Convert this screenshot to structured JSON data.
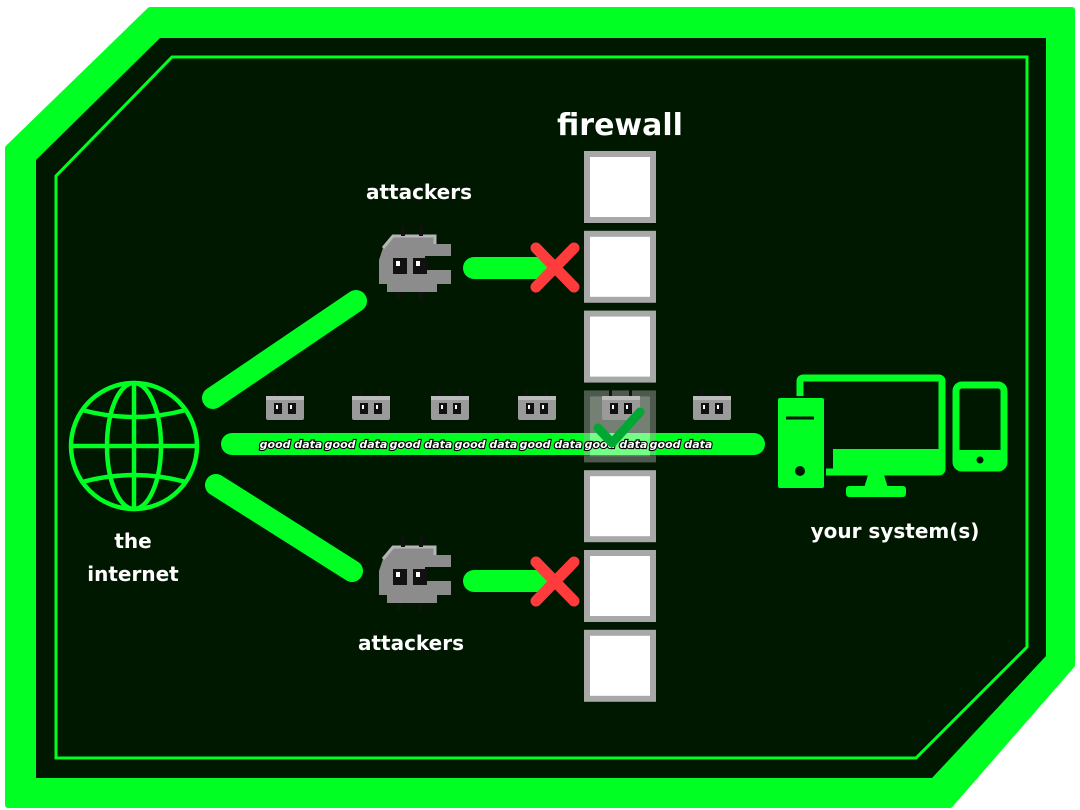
{
  "diagram": {
    "title": "firewall",
    "labels": {
      "attackers_top": "attackers",
      "attackers_bottom": "attackers",
      "internet_line1": "the",
      "internet_line2": "internet",
      "systems": "your system(s)"
    },
    "good_data_label": "good data",
    "good_data_count": 7,
    "firewall_blocks": 7,
    "open_block_index": 3,
    "icons": {
      "internet": "globe-icon",
      "attacker": "pixel-monster-icon",
      "packet": "pixel-packet-icon",
      "blocked": "red-x-icon",
      "allowed": "green-check-icon",
      "computer": "desktop-computer-icon",
      "phone": "smartphone-icon"
    },
    "colors": {
      "frame": "#00ff22",
      "background": "#001800",
      "line": "#00ff22",
      "blocked": "#ff3b3b",
      "allowed": "#00a833",
      "block_face": "#ffffff",
      "block_edge": "#a8a8a8"
    }
  }
}
